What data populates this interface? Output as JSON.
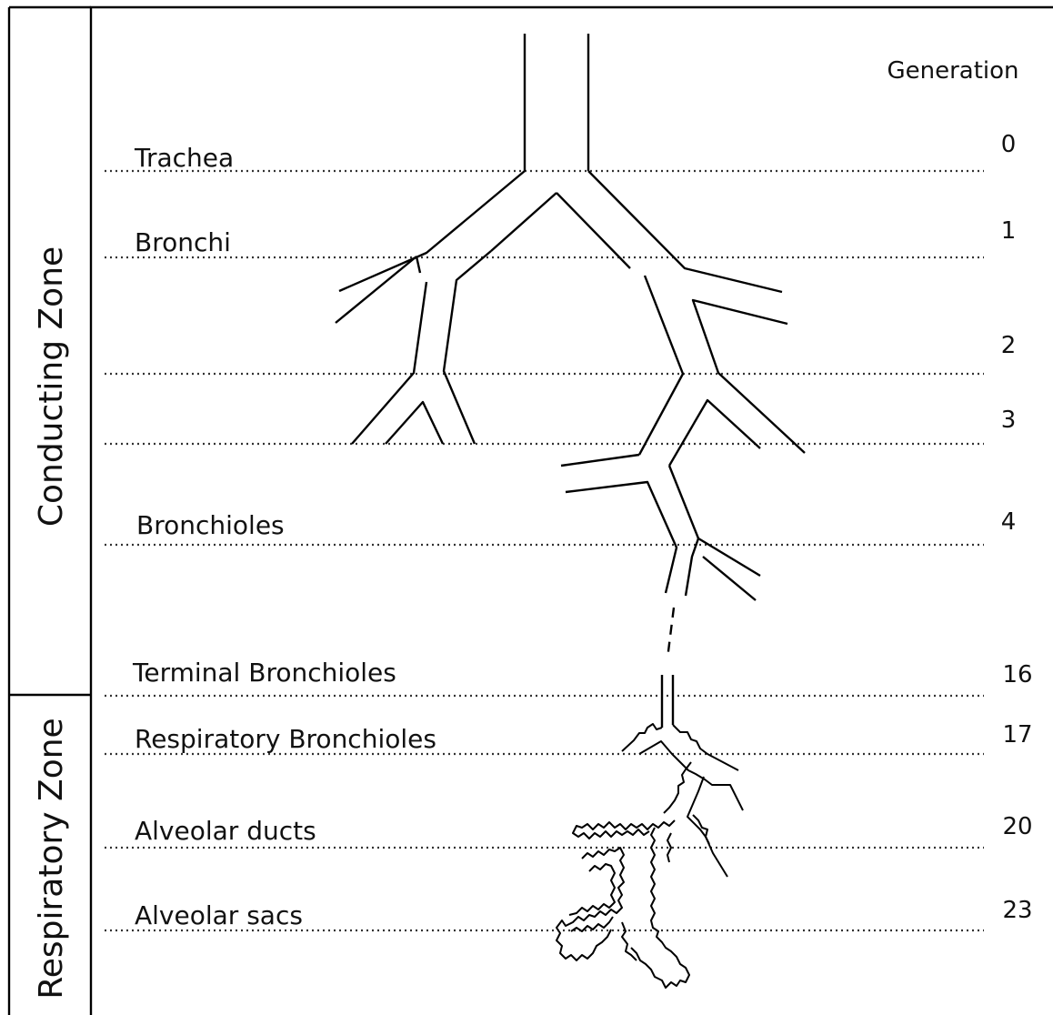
{
  "zones": {
    "conducting": "Conducting Zone",
    "respiratory": "Respiratory Zone"
  },
  "generation_header": "Generation",
  "levels": [
    {
      "label": "Trachea",
      "generation": "0"
    },
    {
      "label": "Bronchi",
      "generation": "1"
    },
    {
      "label": "",
      "generation": "2"
    },
    {
      "label": "",
      "generation": "3"
    },
    {
      "label": "Bronchioles",
      "generation": "4"
    },
    {
      "label": "Terminal Bronchioles",
      "generation": "16"
    },
    {
      "label": "Respiratory Bronchioles",
      "generation": "17"
    },
    {
      "label": "Alveolar ducts",
      "generation": "20"
    },
    {
      "label": "Alveolar sacs",
      "generation": "23"
    }
  ]
}
